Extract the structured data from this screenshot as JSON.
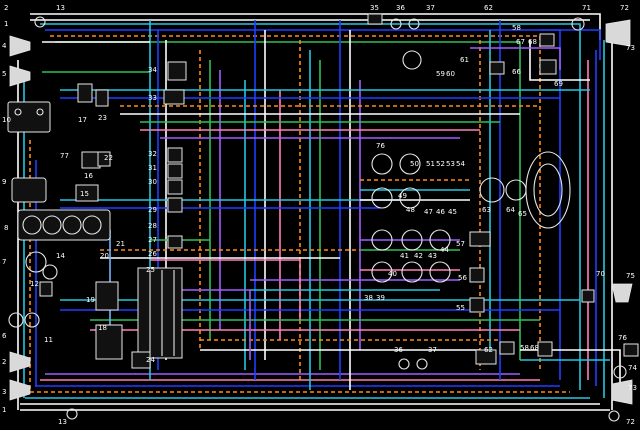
{
  "colors": {
    "background": "#000000",
    "white": "#ffffff",
    "blue": "#1f3fff",
    "cyan": "#27c6e0",
    "green": "#2fbf58",
    "orange": "#ff8a1a",
    "pink": "#ff7fb8",
    "violet": "#a35cff",
    "yellow": "#e8e03c",
    "red": "#ff2d2d",
    "grey": "#a0a0a0",
    "brown": "#a0662a",
    "lightblue": "#6fb3ff"
  },
  "labels": {
    "l1": "1",
    "l2": "2",
    "l3": "3",
    "l4": "4",
    "l5": "5",
    "l6": "6",
    "l7": "7",
    "l8": "8",
    "l9": "9",
    "l10": "10",
    "l11": "11",
    "l12": "12",
    "l13": "13",
    "l14": "14",
    "l15": "15",
    "l16": "16",
    "l17": "17",
    "l18": "18",
    "l19": "19",
    "l20": "20",
    "l21": "21",
    "l22": "22",
    "l23": "23",
    "l24": "24",
    "l25": "25",
    "l26": "26",
    "l27": "27",
    "l28": "28",
    "l29": "29",
    "l30": "30",
    "l31": "31",
    "l32": "32",
    "l33": "33",
    "l34": "34",
    "l35": "35",
    "l36": "36",
    "l37": "37",
    "l38": "38",
    "l39": "39",
    "l40": "40",
    "l41": "41",
    "l42": "42",
    "l43": "43",
    "l44": "44",
    "l45": "45",
    "l46": "46",
    "l47": "47",
    "l48": "48",
    "l49": "49",
    "l50": "50",
    "l51": "51",
    "l52": "52",
    "l53": "53",
    "l54": "54",
    "l55": "55",
    "l56": "56",
    "l57": "57",
    "l58": "58",
    "l59": "59",
    "l60": "60",
    "l61": "61",
    "l62": "62",
    "l63": "63",
    "l64": "64",
    "l65": "65",
    "l66": "66",
    "l67": "67",
    "l68": "68",
    "l69": "69",
    "l70": "70",
    "l71": "71",
    "l72": "72",
    "l73": "73",
    "l74": "74",
    "l75": "75",
    "l76": "76",
    "l77": "77"
  }
}
